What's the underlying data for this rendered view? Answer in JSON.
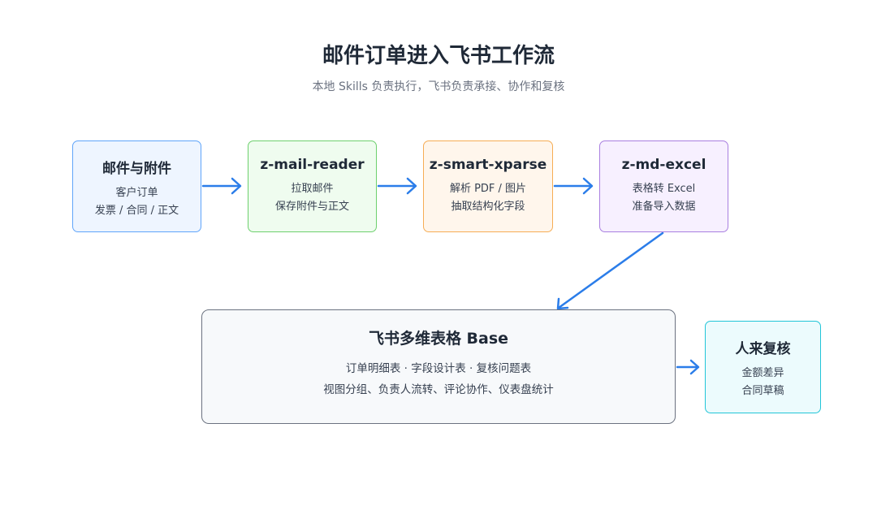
{
  "header": {
    "title": "邮件订单进入飞书工作流",
    "subtitle": "本地 Skills 负责执行，飞书负责承接、协作和复核"
  },
  "nodes": {
    "mail": {
      "title": "邮件与附件",
      "lines": [
        "客户订单",
        "发票 / 合同 / 正文"
      ]
    },
    "reader": {
      "title": "z-mail-reader",
      "lines": [
        "拉取邮件",
        "保存附件与正文"
      ]
    },
    "xparse": {
      "title": "z-smart-xparse",
      "lines": [
        "解析 PDF / 图片",
        "抽取结构化字段"
      ]
    },
    "excel": {
      "title": "z-md-excel",
      "lines": [
        "表格转 Excel",
        "准备导入数据"
      ]
    },
    "base": {
      "title": "飞书多维表格 Base",
      "lines": [
        "订单明细表 · 字段设计表 · 复核问题表",
        "视图分组、负责人流转、评论协作、仪表盘统计"
      ]
    },
    "review": {
      "title": "人来复核",
      "lines": [
        "金额差异",
        "合同草稿"
      ]
    }
  },
  "colors": {
    "arrow": "#2b7de9",
    "mail_border": "#60a5fa",
    "reader_border": "#6ed06e",
    "xparse_border": "#f6ad55",
    "excel_border": "#a97fe0",
    "base_border": "#6b7280",
    "review_border": "#22c5d8"
  }
}
